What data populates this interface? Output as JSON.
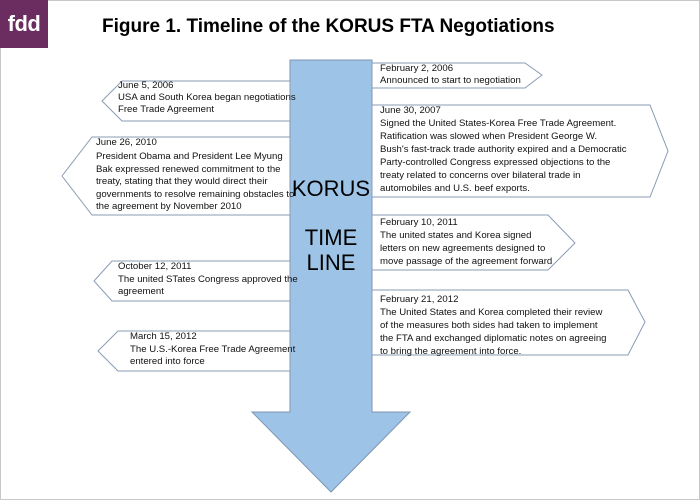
{
  "logo": "fdd",
  "title": "Figure 1. Timeline of the KORUS FTA Negotiations",
  "center": {
    "line1": "KORUS",
    "line2": "TIME",
    "line3": "LINE"
  },
  "colors": {
    "arrow_fill": "#9dc3e6",
    "arrow_stroke": "#7f96b2",
    "box_stroke": "#8a9bb5",
    "logo_bg": "#6b2c5f"
  },
  "left_events": [
    {
      "date": "June 5, 2006",
      "lines": [
        "USA and South Korea began negotiations",
        "Free Trade Agreement"
      ]
    },
    {
      "date": "June 26, 2010",
      "lines": [
        "President Obama and President Lee Myung",
        "Bak expressed renewed commitment to the",
        "treaty, stating that they would direct their",
        "governments to resolve remaining obstacles to",
        "the agreement by November 2010"
      ]
    },
    {
      "date": "October 12, 2011",
      "lines": [
        "The united STates Congress approved the",
        "agreement"
      ]
    },
    {
      "date": "March 15, 2012",
      "lines": [
        "The U.S.-Korea Free Trade Agreement",
        "entered into force"
      ]
    }
  ],
  "right_events": [
    {
      "date": "February 2, 2006",
      "lines": [
        "Announced to start to negotiation"
      ]
    },
    {
      "date": "June 30, 2007",
      "lines": [
        "Signed the United States-Korea Free Trade Agreement.",
        "Ratification was slowed when President George W.",
        "Bush's fast-track trade authority expired and a Democratic",
        "Party-controlled Congress expressed objections to the",
        "treaty related to concerns over bilateral trade in",
        "automobiles and U.S. beef exports."
      ]
    },
    {
      "date": "February 10, 2011",
      "lines": [
        "The united states and Korea signed",
        "letters on new agreements designed to",
        "move passage of the agreement forward"
      ]
    },
    {
      "date": "February 21, 2012",
      "lines": [
        "The United States and Korea completed their review",
        "of the measures both sides had taken to implement",
        "the FTA and exchanged diplomatic notes on agreeing",
        "to bring the agreement into force."
      ]
    }
  ]
}
